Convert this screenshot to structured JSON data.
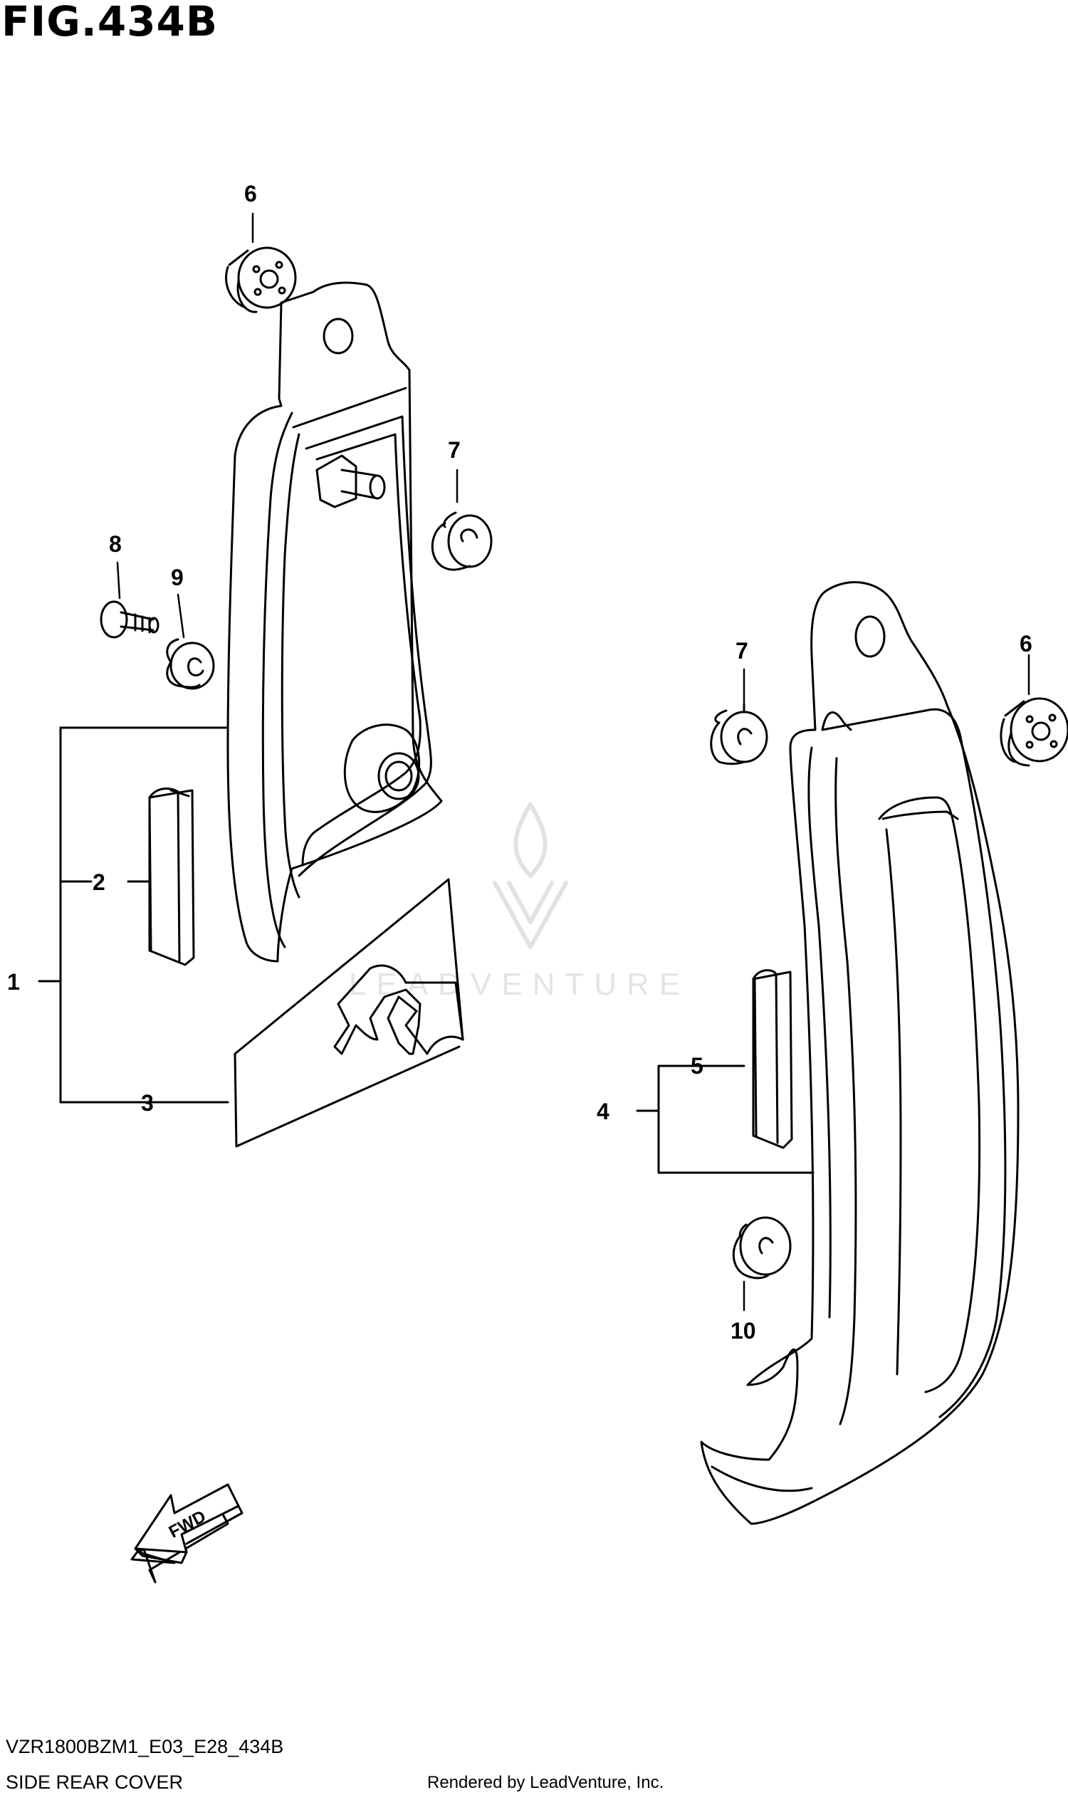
{
  "figure": {
    "title": "FIG.434B"
  },
  "callouts": [
    {
      "id": "c6a",
      "label": "6"
    },
    {
      "id": "c7a",
      "label": "7"
    },
    {
      "id": "c8",
      "label": "8"
    },
    {
      "id": "c9",
      "label": "9"
    },
    {
      "id": "c1",
      "label": "1"
    },
    {
      "id": "c2",
      "label": "2"
    },
    {
      "id": "c3",
      "label": "3"
    },
    {
      "id": "c7b",
      "label": "7"
    },
    {
      "id": "c6b",
      "label": "6"
    },
    {
      "id": "c5",
      "label": "5"
    },
    {
      "id": "c4",
      "label": "4"
    },
    {
      "id": "c10",
      "label": "10"
    }
  ],
  "fwd_label": "FWD",
  "watermark": "LEADVENTURE",
  "footer": {
    "code": "VZR1800BZM1_E03_E28_434B",
    "name": "SIDE REAR COVER",
    "rendered_by": "Rendered by LeadVenture, Inc."
  },
  "colors": {
    "line": "#000000",
    "background": "#ffffff",
    "watermark": "#e4e4e4"
  }
}
